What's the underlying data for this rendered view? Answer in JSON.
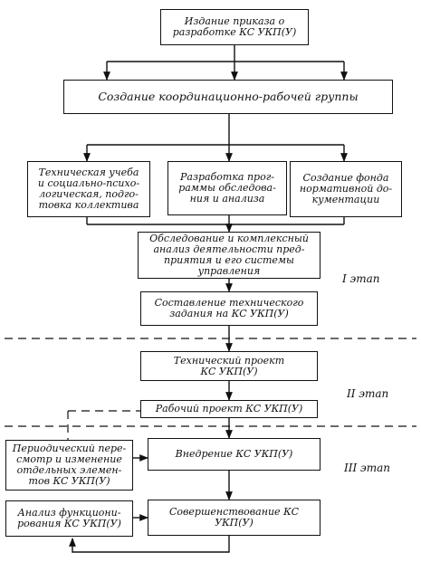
{
  "boxes": {
    "order": "Издание приказа о\nразработке КС УКП(У)",
    "group": "Создание координационно-рабочей группы",
    "training": "Техническая учеба\nи социально-психо-\nлогическая, подго-\nтовка коллектива",
    "program": "Разработка прог-\nраммы обследова-\nния и анализа",
    "fund": "Создание фонда\nнормативной до-\nкументации",
    "survey": "Обследование и комплексный\nанализ деятельности пред-\nприятия и его системы\nуправления",
    "task": "Составление технического\nзадания на КС УКП(У)",
    "tech_project": "Технический проект\nКС УКП(У)",
    "work_project": "Рабочий проект КС УКП(У)",
    "review": "Периодический пере-\nсмотр и изменение\nотдельных элемен-\nтов КС УКП(У)",
    "implementation": "Внедрение КС УКП(У)",
    "analysis": "Анализ функциони-\nрования КС УКП(У)",
    "improvement": "Совершенствование КС УКП(У)"
  },
  "stages": {
    "stage1": "I этап",
    "stage2": "II этап",
    "stage3": "III этап"
  }
}
